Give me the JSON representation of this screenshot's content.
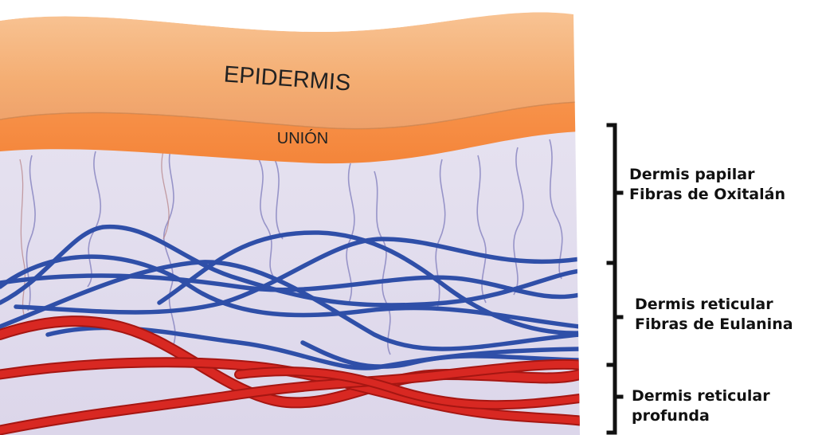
{
  "diagram": {
    "layers": {
      "epidermis": "EPIDERMIS",
      "union": "UNIÓN"
    },
    "annotations": [
      {
        "line1": "Dermis papilar",
        "line2": "Fibras de Oxitalán"
      },
      {
        "line1": "Dermis reticular",
        "line2": "Fibras de Eulanina"
      },
      {
        "line1": "Dermis reticular",
        "line2": "profunda"
      }
    ],
    "colors": {
      "epidermis": "#f6b27a",
      "union": "#f58a3e",
      "dermis": "#e2deee",
      "elastic_fibers_blue": "#2f4fa8",
      "vessels_red": "#d3231f",
      "fine_fibers_purple": "#8a86bf"
    }
  }
}
